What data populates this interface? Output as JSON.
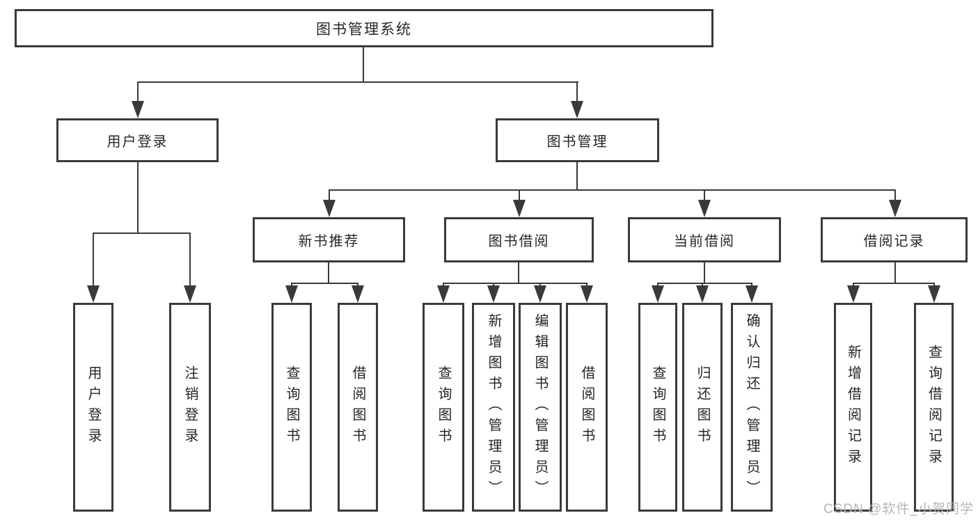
{
  "diagram": {
    "tree": {
      "label": "图书管理系统",
      "children": [
        {
          "label": "用户登录",
          "children": [
            {
              "label": "用户登录"
            },
            {
              "label": "注销登录"
            }
          ]
        },
        {
          "label": "图书管理",
          "children": [
            {
              "label": "新书推荐",
              "children": [
                {
                  "label": "查询图书"
                },
                {
                  "label": "借阅图书"
                }
              ]
            },
            {
              "label": "图书借阅",
              "children": [
                {
                  "label": "查询图书"
                },
                {
                  "label": "新增图书（管理员）"
                },
                {
                  "label": "编辑图书（管理员）"
                },
                {
                  "label": "借阅图书"
                }
              ]
            },
            {
              "label": "当前借阅",
              "children": [
                {
                  "label": "查询图书"
                },
                {
                  "label": "归还图书"
                },
                {
                  "label": "确认归还（管理员）"
                }
              ]
            },
            {
              "label": "借阅记录",
              "children": [
                {
                  "label": "新增借阅记录"
                },
                {
                  "label": "查询借阅记录"
                }
              ]
            }
          ]
        }
      ]
    },
    "watermark": "CSDN @软件_小贺同学",
    "colors": {
      "line": "#3a3a3a",
      "text": "#262626",
      "watermark": "#b5b5b5",
      "background": "#ffffff"
    }
  }
}
